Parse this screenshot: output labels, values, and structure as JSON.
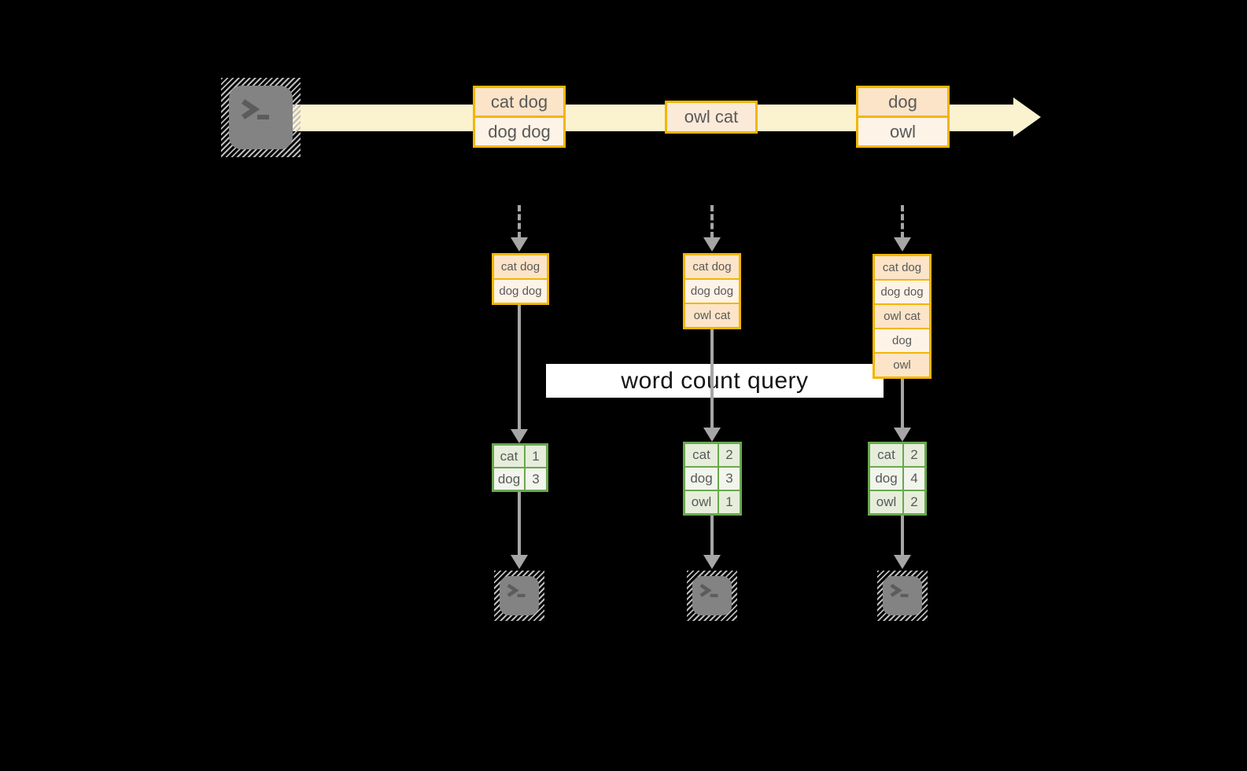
{
  "diagram": {
    "query_label": "word count query",
    "stream_boxes": [
      {
        "name": "stream-record-1",
        "cells": [
          {
            "text": "cat dog",
            "shade": "dark"
          },
          {
            "text": "dog dog",
            "shade": "light"
          }
        ]
      },
      {
        "name": "stream-record-2",
        "cells": [
          {
            "text": "owl cat",
            "shade": "medium"
          }
        ]
      },
      {
        "name": "stream-record-3",
        "cells": [
          {
            "text": "dog",
            "shade": "dark"
          },
          {
            "text": "owl",
            "shade": "light"
          }
        ]
      }
    ],
    "state_boxes": [
      {
        "name": "accumulated-input-1",
        "cells": [
          {
            "text": "cat dog",
            "shade": "dark"
          },
          {
            "text": "dog dog",
            "shade": "light"
          }
        ]
      },
      {
        "name": "accumulated-input-2",
        "cells": [
          {
            "text": "cat dog",
            "shade": "dark"
          },
          {
            "text": "dog dog",
            "shade": "light"
          },
          {
            "text": "owl cat",
            "shade": "dark"
          }
        ]
      },
      {
        "name": "accumulated-input-3",
        "cells": [
          {
            "text": "cat dog",
            "shade": "dark"
          },
          {
            "text": "dog dog",
            "shade": "light"
          },
          {
            "text": "owl cat",
            "shade": "dark"
          },
          {
            "text": "dog",
            "shade": "light"
          },
          {
            "text": "owl",
            "shade": "dark"
          }
        ]
      }
    ],
    "result_tables": [
      {
        "name": "word-count-result-1",
        "rows": [
          [
            "cat",
            "1"
          ],
          [
            "dog",
            "3"
          ]
        ]
      },
      {
        "name": "word-count-result-2",
        "rows": [
          [
            "cat",
            "2"
          ],
          [
            "dog",
            "3"
          ],
          [
            "owl",
            "1"
          ]
        ]
      },
      {
        "name": "word-count-result-3",
        "rows": [
          [
            "cat",
            "2"
          ],
          [
            "dog",
            "4"
          ],
          [
            "owl",
            "2"
          ]
        ]
      }
    ],
    "icons": {
      "source": "terminal-icon",
      "sinks": [
        "terminal-icon",
        "terminal-icon",
        "terminal-icon"
      ]
    }
  },
  "colors": {
    "background": "#000000",
    "gold_border": "#f2b600",
    "cell_dark": "#fbe4c8",
    "cell_light": "#fdf3e7",
    "cell_medium": "#fbead8",
    "stream_fill": "#fbf2cf",
    "arrow_gray": "#a6a6a6",
    "green_border": "#6aa84f",
    "green_row_dark": "#e6eedb",
    "green_row_light": "#f1f5ec",
    "cell_text": "#595959",
    "query_text": "#141414",
    "query_bg": "#ffffff"
  }
}
